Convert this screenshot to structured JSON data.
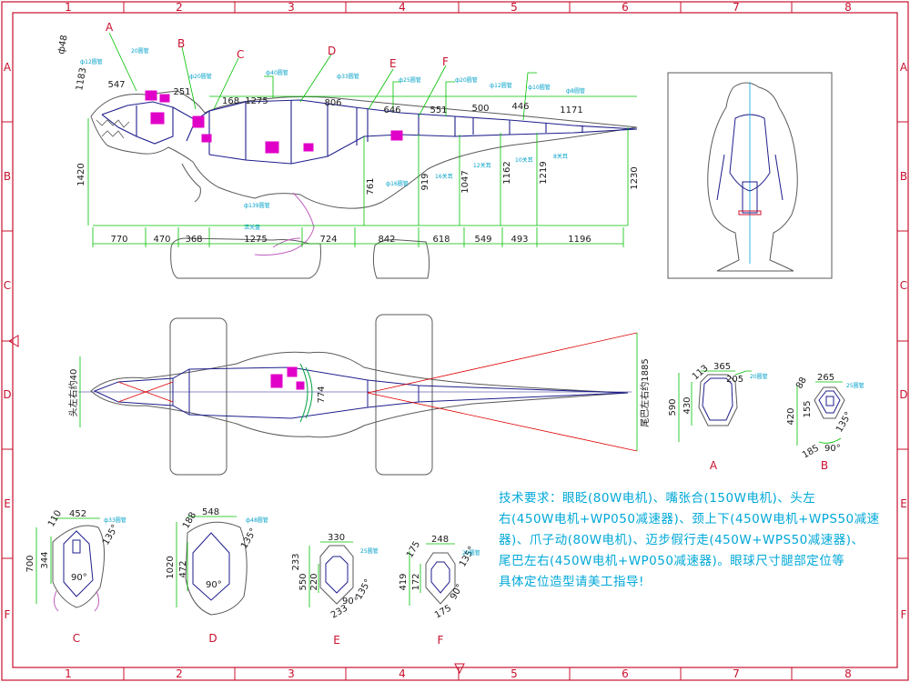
{
  "border": {
    "cols": [
      "1",
      "2",
      "3",
      "4",
      "5",
      "6",
      "7",
      "8"
    ],
    "rows": [
      "A",
      "B",
      "C",
      "D",
      "E",
      "F"
    ]
  },
  "side_view": {
    "labels": [
      "A",
      "B",
      "C",
      "D",
      "E",
      "F"
    ],
    "bottom_dims": [
      "770",
      "470",
      "368",
      "1275",
      "724",
      "842",
      "618",
      "549",
      "493",
      "1196"
    ],
    "top_dims": [
      "547",
      "251",
      "1275",
      "806",
      "646",
      "551",
      "500",
      "446",
      "1171"
    ],
    "right_dims": [
      "1230",
      "1420"
    ],
    "heights": [
      "761",
      "919",
      "1047",
      "1162",
      "1219"
    ],
    "head_dims": [
      "ф48",
      "1183",
      "168"
    ],
    "callouts": [
      "ф12圆管",
      "20圆管",
      "ф20圆管",
      "ф40圆管",
      "ф33圆管",
      "ф25圆管",
      "ф20圆管",
      "ф12圆管",
      "ф10圆管",
      "ф8圆管",
      "ф16圆管",
      "ф139圆管",
      "活关盘",
      "16关耳",
      "12关耳",
      "10关耳",
      "8关耳"
    ]
  },
  "top_view": {
    "tail_dim": "尾巴左右约1885",
    "width_dim": "774",
    "head_dim": "头左右约40"
  },
  "sections": [
    {
      "label": "A",
      "dims": [
        "365",
        "113",
        "205",
        "430",
        "590"
      ],
      "tube": "20圆管"
    },
    {
      "label": "B",
      "dims": [
        "265",
        "88",
        "155",
        "420",
        "185",
        "90°",
        "135°"
      ],
      "tube": "25圆管"
    },
    {
      "label": "C",
      "dims": [
        "452",
        "110",
        "344",
        "700",
        "135°",
        "90°"
      ],
      "tube": "ф33圆管"
    },
    {
      "label": "D",
      "dims": [
        "548",
        "188",
        "472",
        "1020",
        "135°",
        "90°"
      ],
      "tube": "ф48圆管"
    },
    {
      "label": "E",
      "dims": [
        "330",
        "233",
        "550",
        "220",
        "90°",
        "135°",
        "233"
      ],
      "tube": "25圆管"
    },
    {
      "label": "F",
      "dims": [
        "248",
        "175",
        "419",
        "172",
        "90°",
        "135°",
        "175"
      ],
      "tube": "20圆管"
    }
  ],
  "notes": {
    "line1": "技术要求：眼眨(80W电机)、嘴张合(150W电机)、头左",
    "line2": "右(450W电机+WP050减速器)、颈上下(450W电机+WPS50减速",
    "line3": "器)、爪子动(80W电机)、迈步假行走(450W+WPS50减速器)、",
    "line4": "尾巴左右(450W电机+WP050减速器)。眼球尺寸腿部定位等",
    "line5": "具体定位造型请美工指导!"
  },
  "colors": {
    "frame": "#c8102e",
    "dimension": "#00c000",
    "outline": "#5a5a5a",
    "structure": "#1e1e8c",
    "motor": "#e000c8",
    "text": "#00a8d8"
  }
}
